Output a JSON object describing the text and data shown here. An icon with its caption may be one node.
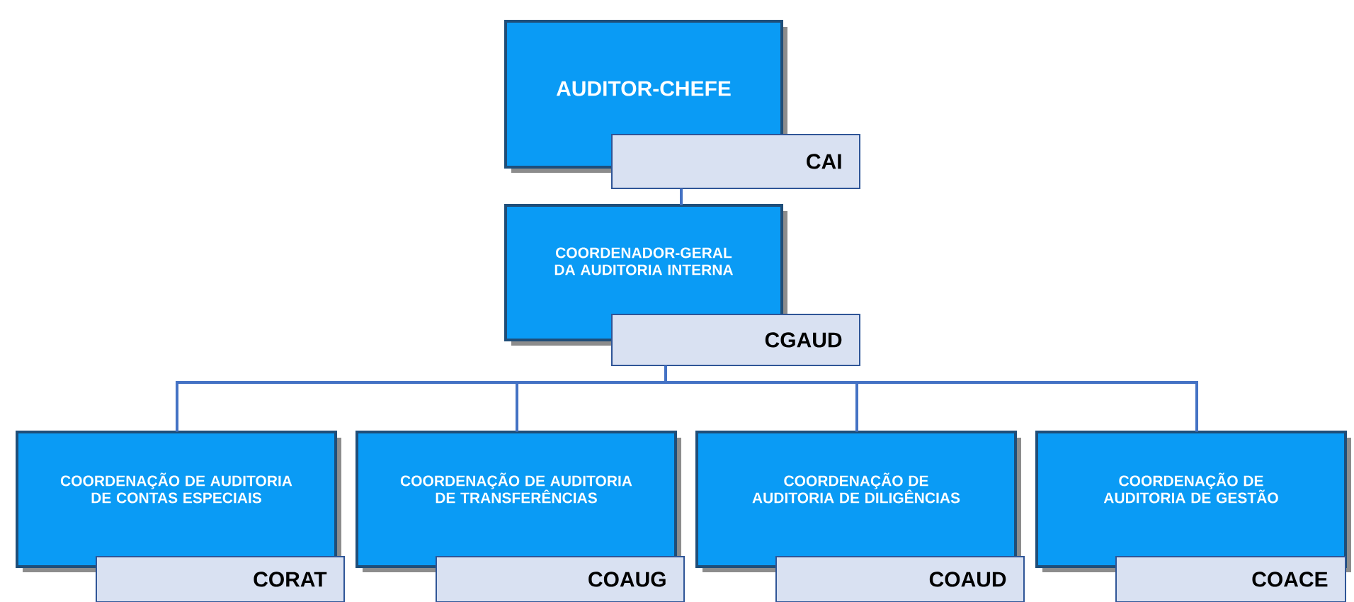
{
  "diagram": {
    "nodes": [
      {
        "text": [
          "AUDITOR-CHEFE",
          "CAI"
        ]
      },
      {
        "text": [
          "COORDENADOR-GERAL DA AUDITORIA INTERNA",
          "CGAUD"
        ]
      },
      {
        "text": [
          "COORDENAÇÃO DE AUDITORIA DE CONTAS ESPECIAIS",
          "CORAT"
        ]
      },
      {
        "text": [
          "COORDENAÇÃO DE AUDITORIA DE TRANSFERÊNCIAS",
          "COAUG"
        ]
      },
      {
        "text": [
          "COORDENAÇÃO DE AUDITORIA DE DILIGÊNCIAS",
          "COAUD"
        ]
      },
      {
        "text": [
          "COORDENAÇÃO DE AUDITORIA DE GESTÃO",
          "COACE"
        ]
      }
    ],
    "edges": [
      {
        "from": 0,
        "to": 1,
        "arrow": "none"
      },
      {
        "from": 1,
        "to": 2,
        "arrow": "none"
      },
      {
        "from": 1,
        "to": 3,
        "arrow": "none"
      },
      {
        "from": 1,
        "to": 4,
        "arrow": "none"
      },
      {
        "from": 1,
        "to": 5,
        "arrow": "none"
      }
    ]
  }
}
